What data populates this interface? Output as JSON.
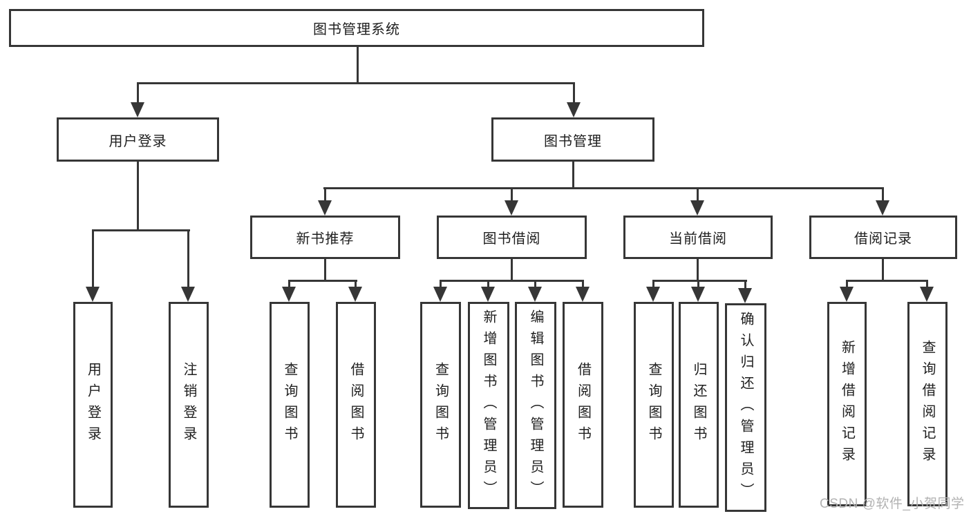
{
  "nodes": {
    "root": "图书管理系统",
    "user_login": "用户登录",
    "book_mgmt": "图书管理",
    "new_book_rec": "新书推荐",
    "book_borrow": "图书借阅",
    "current_borrow": "当前借阅",
    "borrow_records": "借阅记录",
    "leaf_user_login": "用户登录",
    "leaf_logout": "注销登录",
    "nb_query_book": "查询图书",
    "nb_borrow_book": "借阅图书",
    "bb_query_book": "查询图书",
    "bb_add_book": "新增图书（管理员）",
    "bb_edit_book": "编辑图书（管理员）",
    "bb_borrow_book": "借阅图书",
    "cb_query_book": "查询图书",
    "cb_return_book": "归还图书",
    "cb_confirm_return": "确认归还（管理员）",
    "br_add_record": "新增借阅记录",
    "br_query_record": "查询借阅记录"
  },
  "watermark": "CSDN @软件_小贺同学",
  "colors": {
    "line": "#363636",
    "text": "#1e1e1e",
    "watermark": "#b2b2b2",
    "background": "#ffffff"
  }
}
